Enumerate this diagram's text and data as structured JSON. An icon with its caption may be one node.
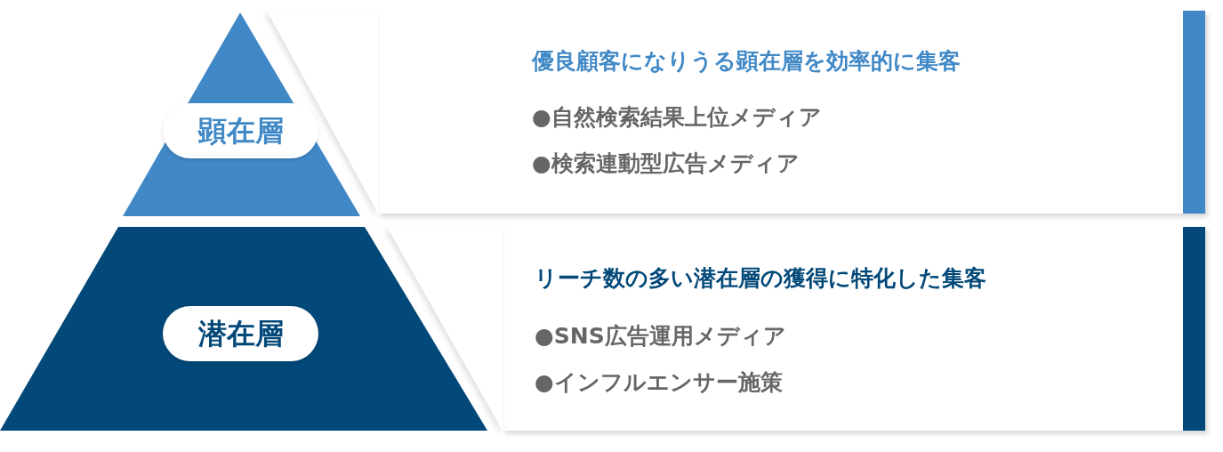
{
  "diagram": {
    "nodes": [
      {
        "text": [
          "顕在層"
        ]
      },
      {
        "text": [
          "優良顧客になりうる顕在層を効率的に集客",
          "●自然検索結果上位メディア",
          "●検索連動型広告メディア"
        ]
      },
      {
        "text": [
          "潜在層"
        ]
      },
      {
        "text": [
          "リーチ数の多い潜在層の獲得に特化した集客",
          "●SNS広告運用メディア",
          "●インフルエンサー施策"
        ]
      }
    ]
  }
}
